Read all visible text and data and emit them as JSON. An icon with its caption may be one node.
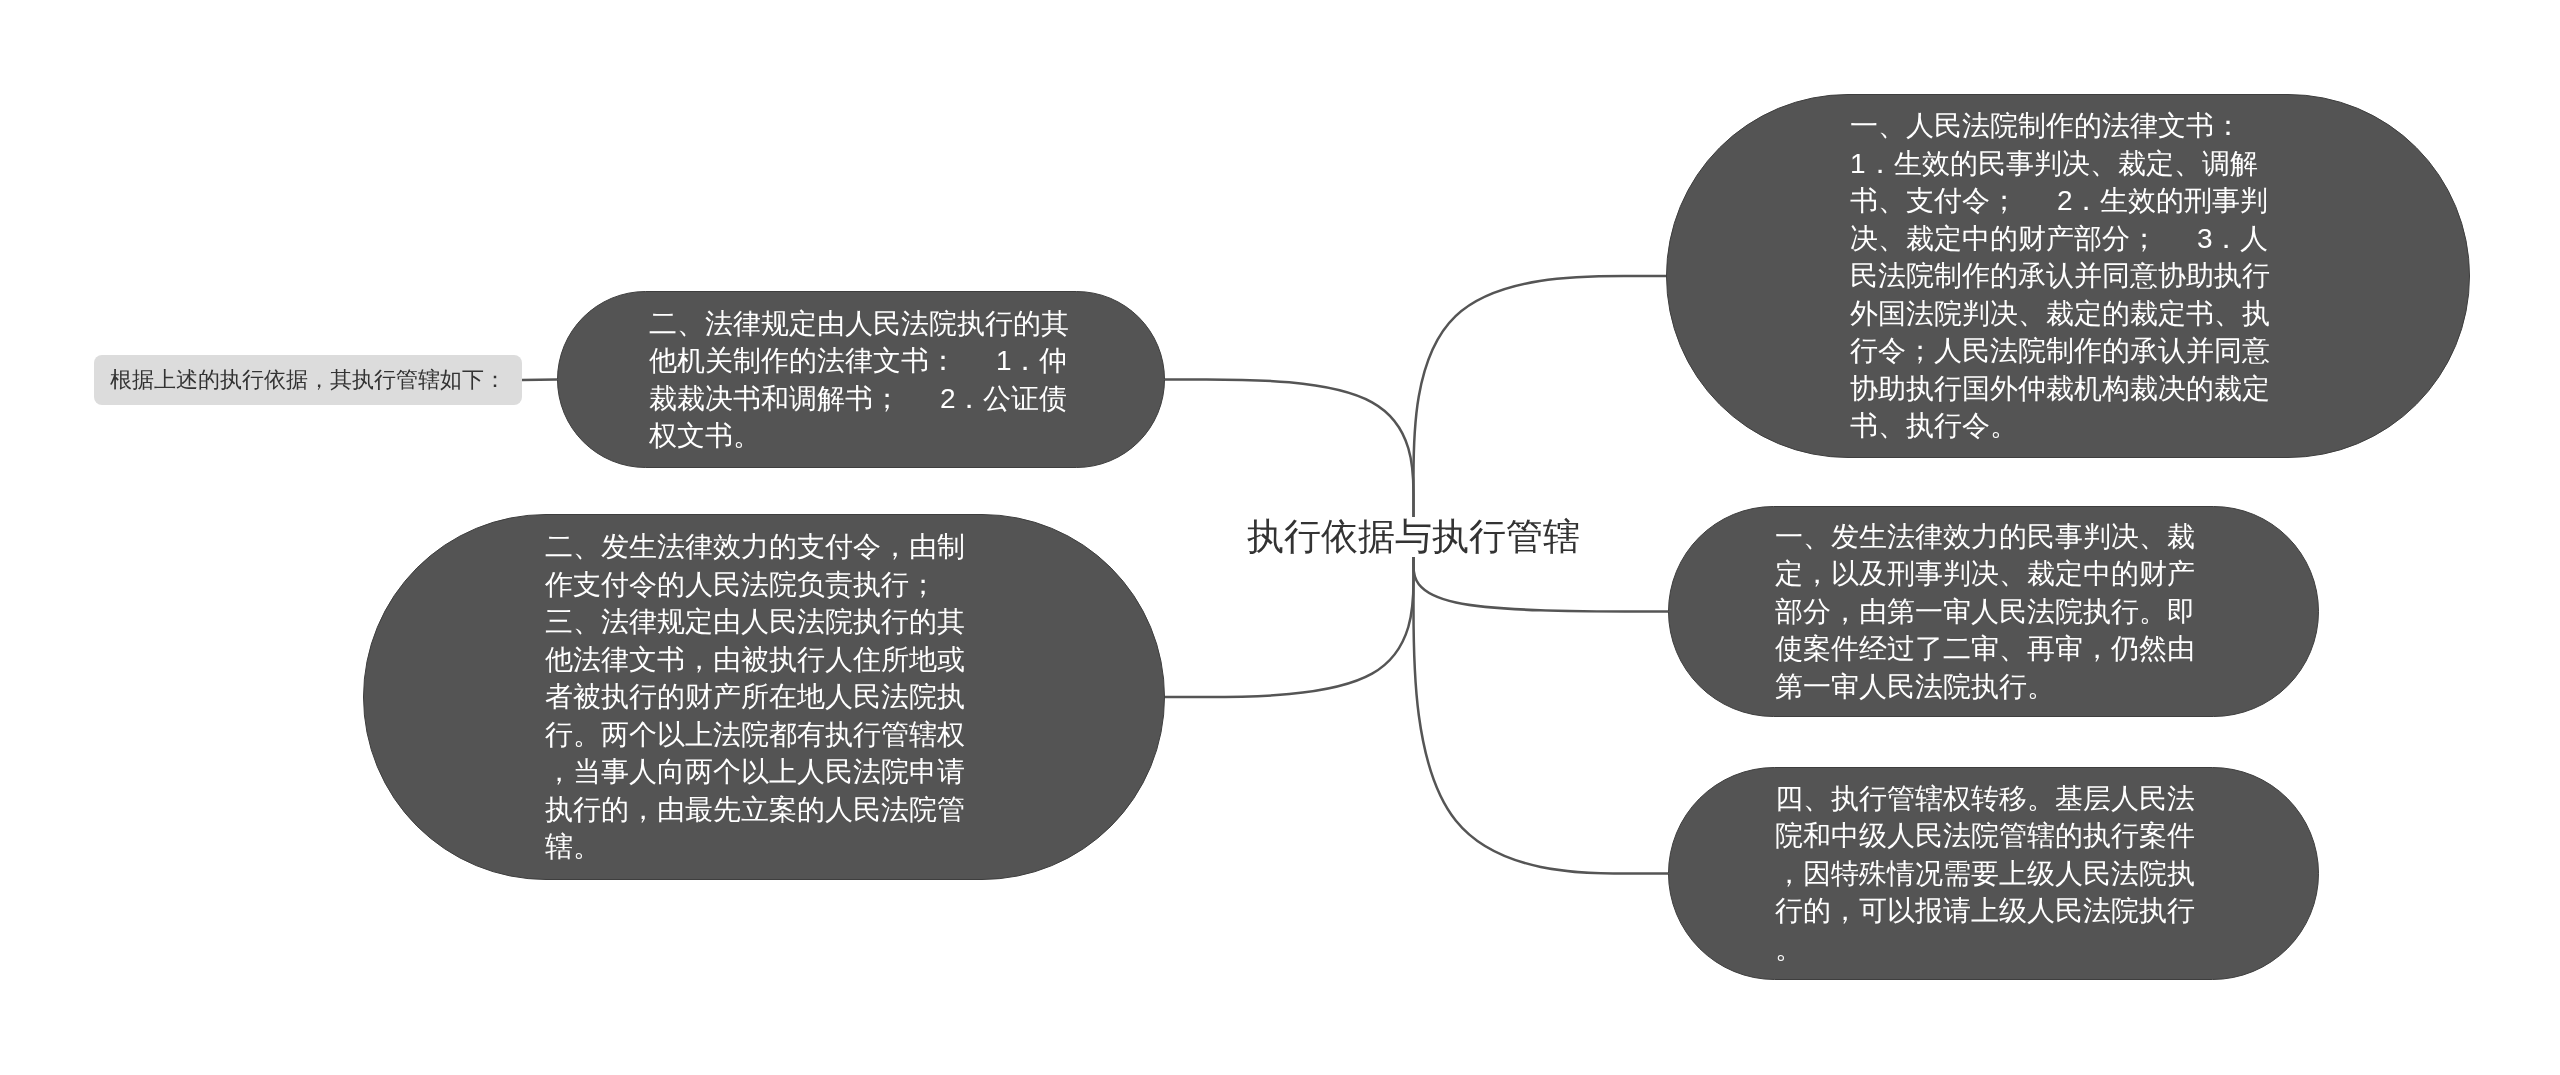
{
  "diagram": {
    "nodes": [
      {
        "text": [
          "执行依据与执行管辖"
        ]
      },
      {
        "text": [
          "一、人民法院制作的法律文书：",
          "1．生效的民事判决、裁定、调解书、支付令；     2．生效的刑事判决、裁定中的财产部分；     3．人民法院制作的承认并同意协助执行外国法院判决、裁定的裁定书、执行令；人民法院制作的承认并同意协助执行国外仲裁机构裁决的裁定书、执行令。"
        ]
      },
      {
        "text": [
          "二、法律规定由人民法院执行的其他机关制作的法律文书：     1．仲裁裁决书和调解书；     2．公证债权文书。"
        ]
      },
      {
        "text": [
          "根据上述的执行依据，其执行管辖如下："
        ]
      },
      {
        "text": [
          "一、发生法律效力的民事判决、裁定，以及刑事判决、裁定中的财产部分，由第一审人民法院执行。即使案件经过了二审、再审，仍然由第一审人民法院执行。"
        ]
      },
      {
        "text": [
          "二、发生法律效力的支付令，由制作支付令的人民法院负责执行；",
          "三、法律规定由人民法院执行的其他法律文书，由被执行人住所地或者被执行的财产所在地人民法院执行。两个以上法院都有执行管辖权，当事人向两个以上人民法院申请执行的，由最先立案的人民法院管辖。"
        ]
      },
      {
        "text": [
          "四、执行管辖权转移。基层人民法院和中级人民法院管辖的执行案件，因特殊情况需要上级人民法院执行的，可以报请上级人民法院执行。"
        ]
      }
    ],
    "edges": [
      {
        "from": 0,
        "to": 1,
        "arrow": "none"
      },
      {
        "from": 0,
        "to": 2,
        "arrow": "none"
      },
      {
        "from": 2,
        "to": 3,
        "arrow": "none"
      },
      {
        "from": 0,
        "to": 4,
        "arrow": "none"
      },
      {
        "from": 0,
        "to": 5,
        "arrow": "none"
      },
      {
        "from": 0,
        "to": 6,
        "arrow": "none"
      }
    ]
  }
}
